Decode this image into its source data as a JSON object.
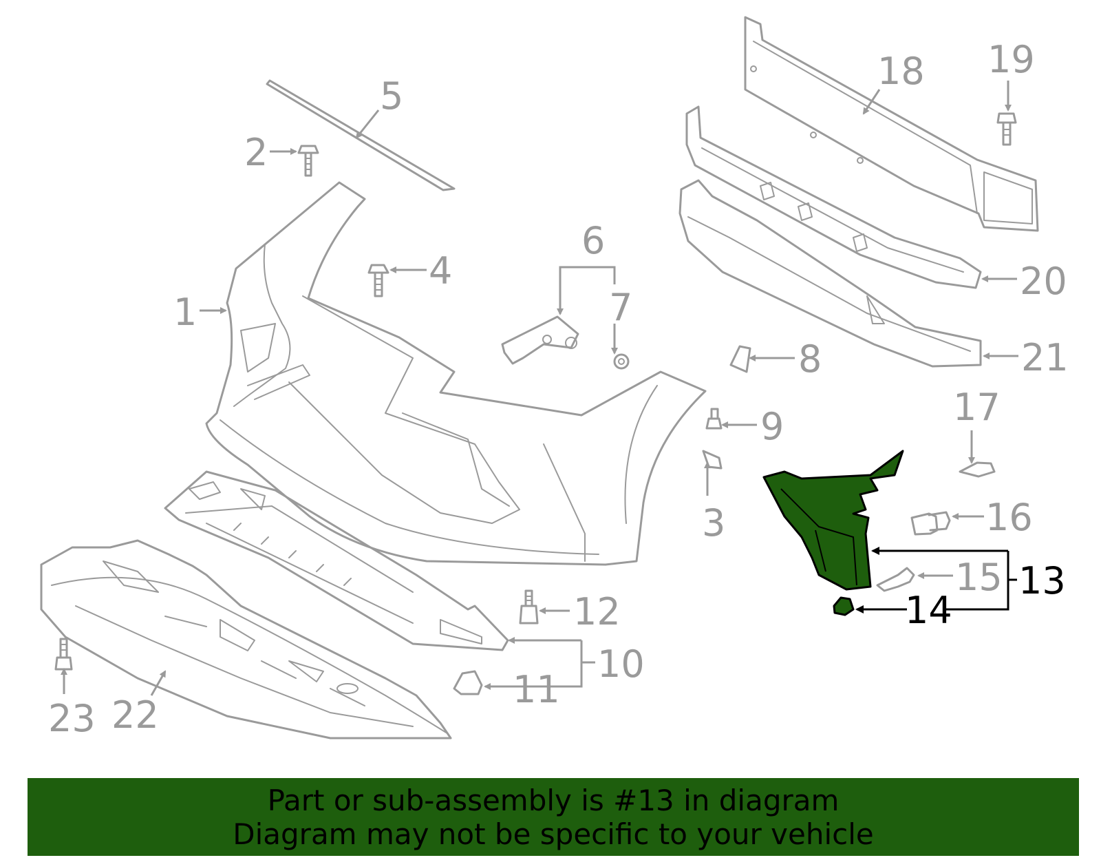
{
  "diagram": {
    "highlight_color": "#1e5e0d",
    "line_color": "#9a9a9a",
    "callouts": {
      "c1": "1",
      "c2": "2",
      "c3": "3",
      "c4": "4",
      "c5": "5",
      "c6": "6",
      "c7": "7",
      "c8": "8",
      "c9": "9",
      "c10": "10",
      "c11": "11",
      "c12": "12",
      "c13": "13",
      "c14": "14",
      "c15": "15",
      "c16": "16",
      "c17": "17",
      "c18": "18",
      "c19": "19",
      "c20": "20",
      "c21": "21",
      "c22": "22",
      "c23": "23"
    },
    "highlighted_part": "13"
  },
  "banner": {
    "line1": "Part or sub-assembly is #13 in diagram",
    "line2": "Diagram may not be specific to your vehicle",
    "background": "#1e5e0d"
  }
}
